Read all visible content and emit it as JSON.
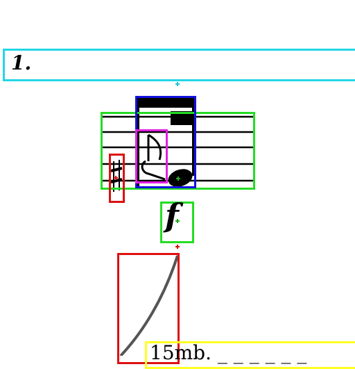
{
  "measure": {
    "number_text": "1."
  },
  "dynamic": {
    "symbol": "f"
  },
  "text_direction": {
    "label": "15mb. _ _ _ _ _ _"
  },
  "colors": {
    "measure_box": "#22d6e6",
    "staff_box": "#22dd22",
    "beam_box": "#1111dd",
    "grace_box": "#e020e0",
    "accidental_box": "#dd1111",
    "dynamic_box": "#22dd22",
    "slur_box": "#dd1111",
    "text_box": "#ffff22"
  },
  "icons": {
    "note": "eighth-note-icon",
    "accidental": "sharp-icon",
    "dynamic": "forte-icon",
    "slur": "slur-icon"
  }
}
